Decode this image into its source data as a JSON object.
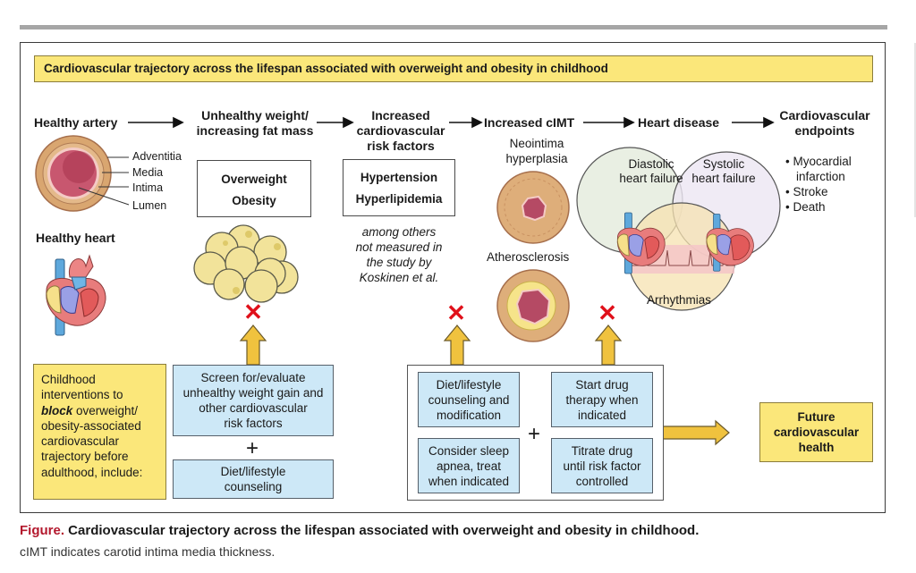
{
  "diagram": {
    "title": "Cardiovascular trajectory across the lifespan associated with overweight and obesity in childhood",
    "stages": [
      {
        "label": "Healthy artery"
      },
      {
        "label_line1": "Unhealthy weight/",
        "label_line2": "increasing fat mass"
      },
      {
        "label_line1": "Increased",
        "label_line2": "cardiovascular",
        "label_line3": "risk factors"
      },
      {
        "label": "Increased cIMT"
      },
      {
        "label": "Heart disease"
      },
      {
        "label_line1": "Cardiovascular",
        "label_line2": "endpoints"
      }
    ],
    "artery_layers": [
      "Adventitia",
      "Media",
      "Intima",
      "Lumen"
    ],
    "healthy_heart_label": "Healthy heart",
    "weight_box": [
      "Overweight",
      "Obesity"
    ],
    "risk_box": [
      "Hypertension",
      "Hyperlipidemia"
    ],
    "risk_note": [
      "among others",
      "not measured in",
      "the study by",
      "Koskinen et al."
    ],
    "cimt_labels": {
      "top_line1": "Neointima",
      "top_line2": "hyperplasia",
      "bottom": "Atherosclerosis"
    },
    "venn": {
      "diastolic_line1": "Diastolic",
      "diastolic_line2": "heart failure",
      "systolic_line1": "Systolic",
      "systolic_line2": "heart failure",
      "arrhythmias": "Arrhythmias"
    },
    "endpoints": [
      "Myocardial",
      "infarction",
      "Stroke",
      "Death"
    ],
    "block_mark": "✕",
    "interventions_intro": {
      "line1": "Childhood",
      "line2": "interventions to",
      "line3_bold": "block",
      "line3_rest": " overweight/",
      "line4": "obesity-associated",
      "line5": "cardiovascular",
      "line6": "trajectory before",
      "line7": "adulthood, include:"
    },
    "screen_box": [
      "Screen for/evaluate",
      "unhealthy weight gain and",
      "other cardiovascular",
      "risk factors"
    ],
    "diet_box": [
      "Diet/lifestyle",
      "counseling"
    ],
    "plus": "+",
    "treat_boxes": {
      "diet": [
        "Diet/lifestyle",
        "counseling and",
        "modification"
      ],
      "sleep": [
        "Consider sleep",
        "apnea, treat",
        "when indicated"
      ],
      "start_drug": [
        "Start drug",
        "therapy when",
        "indicated"
      ],
      "titrate": [
        "Titrate drug",
        "until risk factor",
        "controlled"
      ]
    },
    "future_box": [
      "Future",
      "cardiovascular",
      "health"
    ]
  },
  "caption": {
    "prefix": "Figure.",
    "title": " Cardiovascular trajectory across the lifespan associated with overweight and obesity in childhood.",
    "note": "cIMT indicates carotid intima media thickness."
  },
  "colors": {
    "title_fill": "#fbe77a",
    "box_blue": "#cde8f7",
    "arrow_gold": "#f0c23e",
    "block_red": "#e0101a",
    "caption_red": "#b3182d"
  }
}
